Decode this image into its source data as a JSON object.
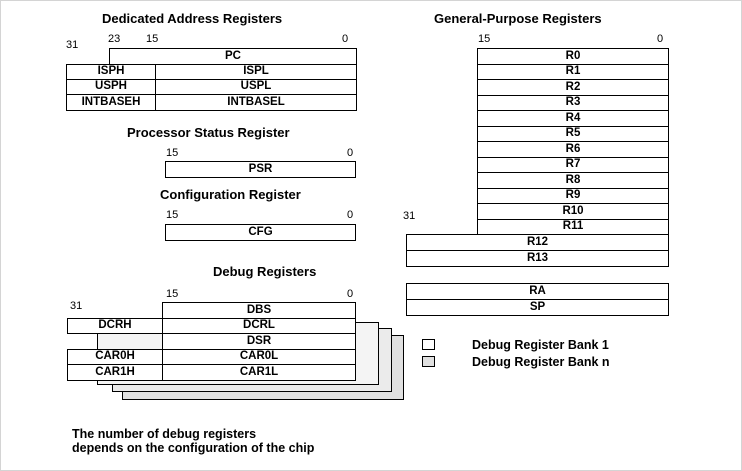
{
  "colors": {
    "border": "#000000",
    "bank1": "#ffffff",
    "bankn": "#e0e0e0",
    "frame": "#d4d4d4"
  },
  "dedicated": {
    "title": "Dedicated Address Registers",
    "bits": {
      "b31": "31",
      "b23": "23",
      "b15": "15",
      "b0": "0"
    },
    "pc": "PC",
    "rows": [
      {
        "high": "ISPH",
        "low": "ISPL"
      },
      {
        "high": "USPH",
        "low": "USPL"
      },
      {
        "high": "INTBASEH",
        "low": "INTBASEL"
      }
    ]
  },
  "psr": {
    "title": "Processor Status Register",
    "bits": {
      "b15": "15",
      "b0": "0"
    },
    "label": "PSR"
  },
  "cfg": {
    "title": "Configuration Register",
    "bits": {
      "b15": "15",
      "b0": "0"
    },
    "label": "CFG"
  },
  "debug": {
    "title": "Debug Registers",
    "bits": {
      "b31": "31",
      "b15": "15",
      "b0": "0"
    },
    "dbs": "DBS",
    "dcrh": "DCRH",
    "dcrl": "DCRL",
    "dsr": "DSR",
    "car0h": "CAR0H",
    "car0l": "CAR0L",
    "car1h": "CAR1H",
    "car1l": "CAR1L"
  },
  "general": {
    "title": "General-Purpose Registers",
    "bits": {
      "b15": "15",
      "b0": "0",
      "b31": "31"
    },
    "regs": [
      "R0",
      "R1",
      "R2",
      "R3",
      "R4",
      "R5",
      "R6",
      "R7",
      "R8",
      "R9",
      "R10",
      "R11",
      "R12",
      "R13"
    ],
    "ra": "RA",
    "sp": "SP"
  },
  "legend": {
    "bank1": "Debug Register Bank  1",
    "bankn": "Debug Register Bank  n"
  },
  "note": {
    "line1": "The number of debug registers",
    "line2": "depends on the configuration of the chip"
  }
}
